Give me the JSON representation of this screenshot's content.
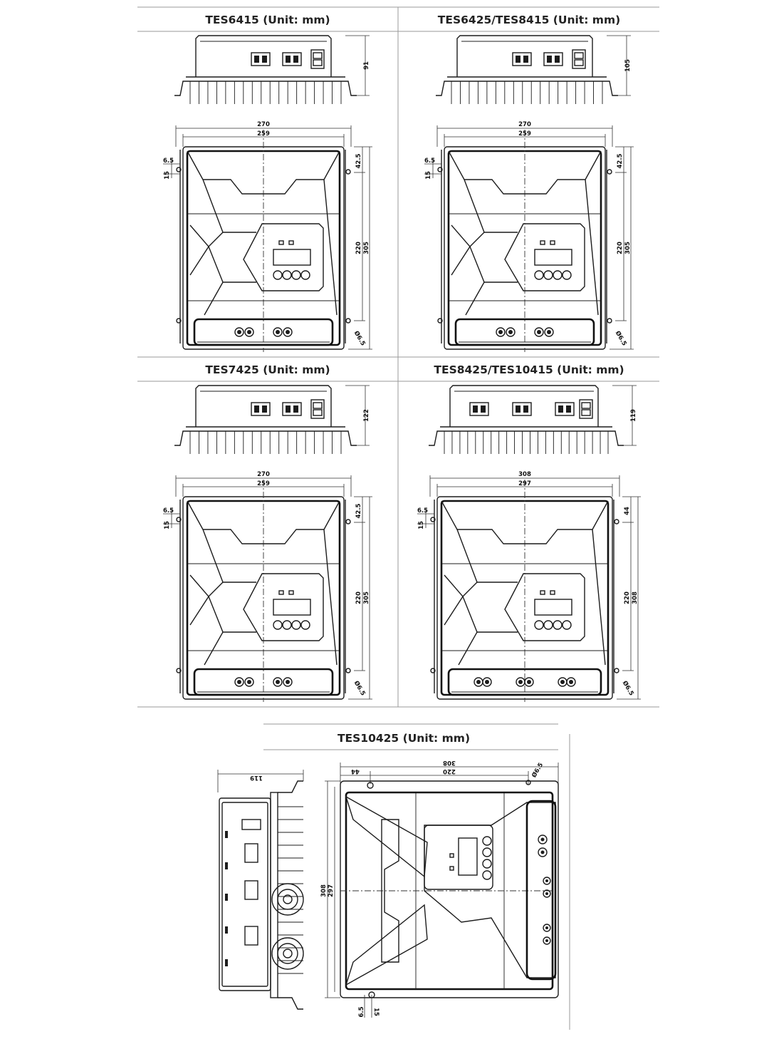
{
  "panels": [
    {
      "title": "TES6415 (Unit: mm)",
      "side": {
        "height": "91",
        "mount": "fins"
      },
      "front": {
        "outer_width": "270",
        "inner_width": "259",
        "inner_height": "220",
        "outer_height": "305",
        "top_offset": "42.5",
        "hole_left_a": "6.5",
        "hole_left_b": "15",
        "hole_dia": "Ø6.5",
        "bottom_ports": 4
      }
    },
    {
      "title": "TES6425/TES8415 (Unit: mm)",
      "side": {
        "height": "105",
        "mount": "fins"
      },
      "front": {
        "outer_width": "270",
        "inner_width": "259",
        "inner_height": "220",
        "outer_height": "305",
        "top_offset": "42.5",
        "hole_left_a": "6.5",
        "hole_left_b": "15",
        "hole_dia": "Ø6.5",
        "bottom_ports": 4
      }
    },
    {
      "title": "TES7425 (Unit: mm)",
      "side": {
        "height": "122",
        "mount": "fins"
      },
      "front": {
        "outer_width": "270",
        "inner_width": "259",
        "inner_height": "220",
        "outer_height": "305",
        "top_offset": "42.5",
        "hole_left_a": "6.5",
        "hole_left_b": "15",
        "hole_dia": "Ø6.5",
        "bottom_ports": 4
      }
    },
    {
      "title": "TES8425/TES10415 (Unit: mm)",
      "side": {
        "height": "119",
        "mount": "fins"
      },
      "front": {
        "outer_width": "308",
        "inner_width": "297",
        "inner_height": "220",
        "outer_height": "308",
        "top_offset": "44",
        "hole_left_a": "6.5",
        "hole_left_b": "15",
        "hole_dia": "Ø6.5",
        "bottom_ports": 6
      }
    }
  ],
  "bottom_panel": {
    "title": "TES10425 (Unit: mm)",
    "side": {
      "height": "119"
    },
    "front": {
      "outer_width": "308",
      "inner_width": "297",
      "outer_height": "308",
      "inner_height": "220",
      "top_offset": "44",
      "hole_dia": "Ø6.5",
      "hole_a": "6.5",
      "hole_b": "15"
    }
  }
}
